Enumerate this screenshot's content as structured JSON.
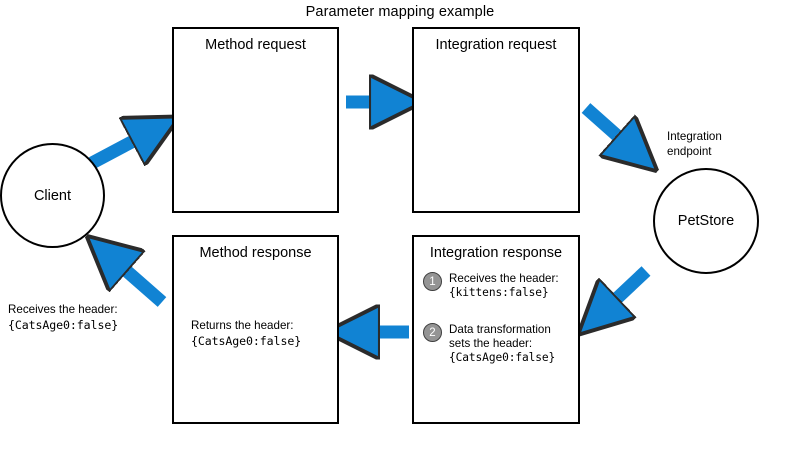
{
  "diagram": {
    "title": "Parameter mapping example",
    "type": "flow-diagram",
    "accent_color": "#1183d3",
    "stroke_color": "#000000",
    "badge_color": "#949494"
  },
  "nodes": {
    "client": {
      "shape": "circle",
      "label": "Client"
    },
    "method_request": {
      "shape": "rectangle",
      "title": "Method request"
    },
    "integration_request": {
      "shape": "rectangle",
      "title": "Integration request"
    },
    "integration_endpoint": {
      "caption_line1": "Integration",
      "caption_line2": "endpoint",
      "shape": "circle",
      "label": "PetStore"
    },
    "method_response": {
      "shape": "rectangle",
      "title": "Method response",
      "body_line1": "Returns the header:",
      "body_line2": "{CatsAge0:false}"
    },
    "integration_response": {
      "shape": "rectangle",
      "title": "Integration response",
      "steps": [
        {
          "number": "1",
          "lines": [
            "Receives the header:",
            "{kittens:false}"
          ],
          "mono_lines": [
            false,
            true
          ]
        },
        {
          "number": "2",
          "lines": [
            "Data transformation",
            "sets the header:",
            "{CatsAge0:false}"
          ],
          "mono_lines": [
            false,
            false,
            true
          ]
        }
      ]
    },
    "client_note": {
      "line1": "Receives the header:",
      "line2": "{CatsAge0:false}"
    }
  },
  "arrows": [
    {
      "name": "client-to-method-request",
      "direction": "up-right"
    },
    {
      "name": "method-request-to-integration-request",
      "direction": "right"
    },
    {
      "name": "integration-request-to-endpoint",
      "direction": "down-right"
    },
    {
      "name": "endpoint-to-integration-response",
      "direction": "down-left"
    },
    {
      "name": "integration-response-to-method-response",
      "direction": "left"
    },
    {
      "name": "method-response-to-client",
      "direction": "up-left"
    }
  ]
}
